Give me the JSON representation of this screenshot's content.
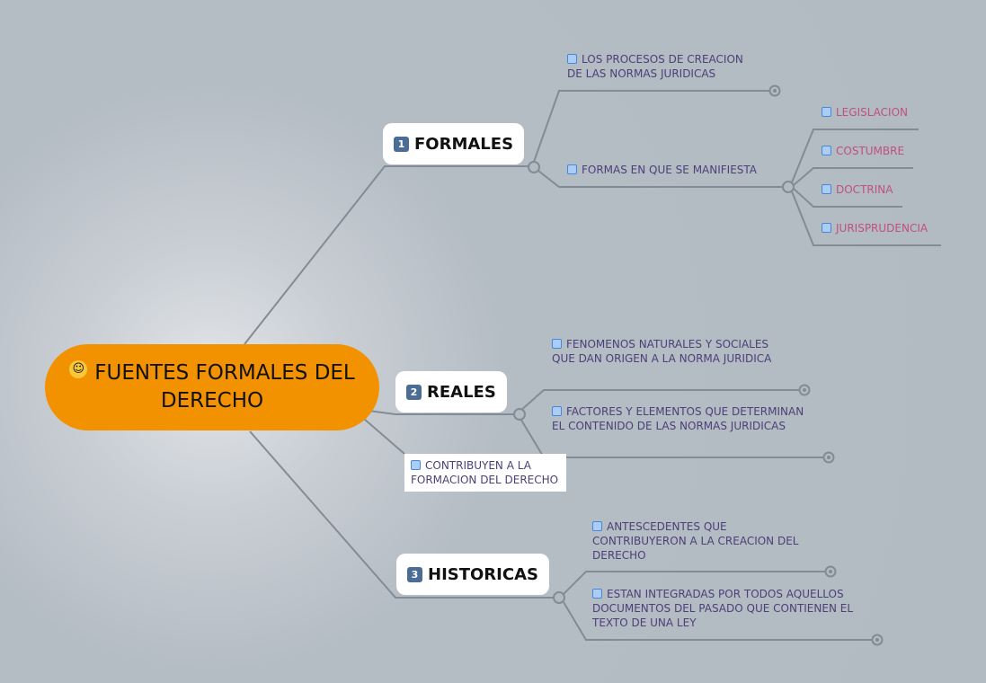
{
  "root": {
    "title": "FUENTES FORMALES DEL DERECHO",
    "icon": "smiley-emoji-icon",
    "color": "#f29200"
  },
  "branches": [
    {
      "number": "1",
      "label": "FORMALES",
      "children": [
        {
          "text": "LOS PROCESOS DE CREACION DE LAS NORMAS JURIDICAS"
        },
        {
          "text": "FORMAS EN QUE SE MANIFIESTA",
          "children": [
            "LEGISLACION",
            "COSTUMBRE",
            "DOCTRINA",
            "JURISPRUDENCIA"
          ]
        }
      ]
    },
    {
      "number": "2",
      "label": "REALES",
      "children": [
        {
          "text": "FENOMENOS NATURALES Y SOCIALES QUE DAN ORIGEN A LA NORMA JURIDICA"
        },
        {
          "text": "FACTORES Y ELEMENTOS QUE DETERMINAN EL CONTENIDO DE LAS NORMAS JURIDICAS"
        }
      ],
      "floating_node": "CONTRIBUYEN A LA FORMACION DEL DERECHO"
    },
    {
      "number": "3",
      "label": "HISTORICAS",
      "children": [
        {
          "text": "ANTESCEDENTES QUE CONTRIBUYERON A LA CREACION DEL DERECHO"
        },
        {
          "text": "ESTAN INTEGRADAS POR TODOS AQUELLOS DOCUMENTOS DEL PASADO QUE CONTIENEN EL TEXTO DE UNA LEY"
        }
      ]
    }
  ],
  "colors": {
    "line": "#838c96",
    "leaf_text": "#4d3f78",
    "sub_leaf_text": "#c0507e"
  }
}
